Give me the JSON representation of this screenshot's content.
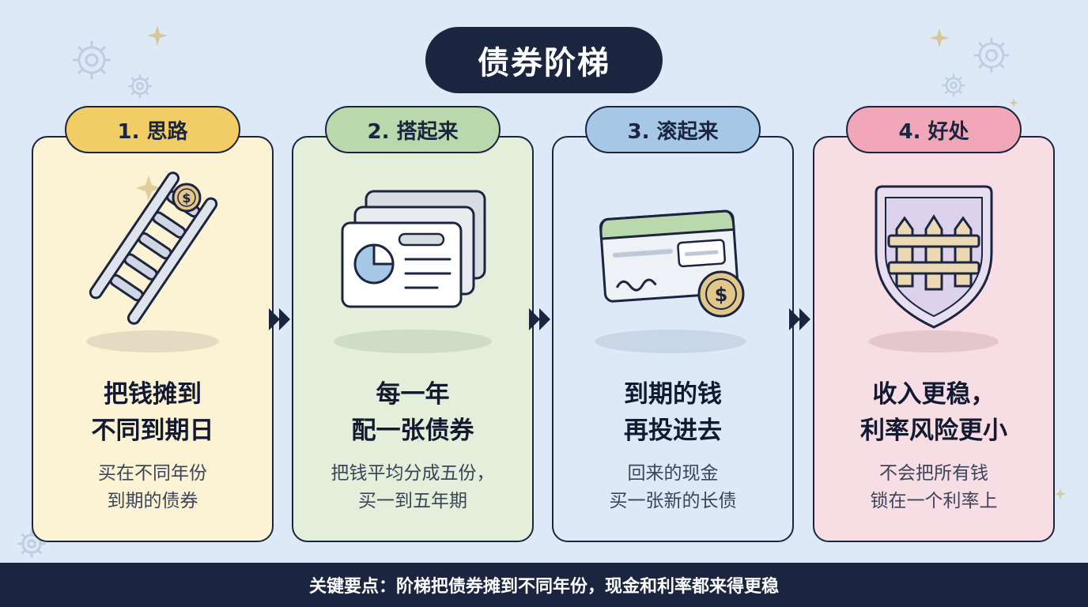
{
  "title": "债券阶梯",
  "steps": [
    {
      "tab": "1. 思路",
      "headline_1": "把钱摊到",
      "headline_2": "不同到期日",
      "sub_1": "买在不同年份",
      "sub_2": "到期的债券",
      "icon": "ladder-icon",
      "tab_color": "#f2cd66",
      "card_color": "#fcf2d4"
    },
    {
      "tab": "2. 搭起来",
      "headline_1": "每一年",
      "headline_2": "配一张债券",
      "sub_1": "把钱平均分成五份，",
      "sub_2": "买一到五年期",
      "icon": "documents-chart-icon",
      "tab_color": "#b9d9ac",
      "card_color": "#e3eedb"
    },
    {
      "tab": "3. 滚起来",
      "headline_1": "到期的钱",
      "headline_2": "再投进去",
      "sub_1": "回来的现金",
      "sub_2": "买一张新的长债",
      "icon": "bond-check-coin-icon",
      "tab_color": "#a6c7e6",
      "card_color": "#dde9f6"
    },
    {
      "tab": "4. 好处",
      "headline_1": "收入更稳，",
      "headline_2": "利率风险更小",
      "sub_1": "不会把所有钱",
      "sub_2": "锁在一个利率上",
      "icon": "shield-fence-icon",
      "tab_color": "#f1a7b8",
      "card_color": "#f8dde4"
    }
  ],
  "footer": "关键要点：阶梯把债券摊到不同年份，现金和利率都来得更稳",
  "colors": {
    "navy": "#1b2540",
    "background": "#dde9f7",
    "coin": "#e3c68a"
  }
}
